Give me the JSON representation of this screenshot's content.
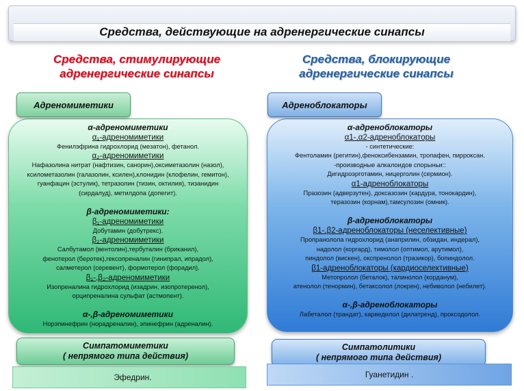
{
  "page_title": "Средства, действующие на адренергические синапсы",
  "left": {
    "title_line1": "Средства, стимулирующие",
    "title_line2": "адренергические синапсы",
    "tag": "Адреномиметики",
    "lines": [
      {
        "text": "α-адреномиметики",
        "style": "head"
      },
      {
        "text": "α₁-адреномиметики",
        "style": "sub"
      },
      {
        "text": "Фенилэфрина гидрохлорид (мезатон), фетанол.",
        "style": "normal"
      },
      {
        "text": "α₂-адреномиметики",
        "style": "sub"
      },
      {
        "text": "Нафазолина нитрат (нафтизин, санорин),оксиметазолин (назол),",
        "style": "normal"
      },
      {
        "text": "ксилометазолин (галазолин, ксилен),клонидин (клофелин, гемитон),",
        "style": "normal"
      },
      {
        "text": "гуанфацин (эстулик), тетразолин (тизин, октилия), тизанидин",
        "style": "normal"
      },
      {
        "text": "(сирдалуд), метилдопа (допегит).",
        "style": "normal"
      },
      {
        "text": "",
        "style": "gap"
      },
      {
        "text": "β-адреномиметики:",
        "style": "head"
      },
      {
        "text": "β₁-адреномиметики",
        "style": "sub"
      },
      {
        "text": "Добутамин (добутрекс).",
        "style": "normal"
      },
      {
        "text": "β₂-адреномиметики",
        "style": "sub"
      },
      {
        "text": "Салбутамол (вентолин),тербуталин (бриканил),",
        "style": "normal"
      },
      {
        "text": "фенотерол (беротек),гексопреналин (гинипрал, ипрадол),",
        "style": "normal"
      },
      {
        "text": "салметерол (серевент), формотерол (форадил).",
        "style": "normal"
      },
      {
        "text": "β₁-,β₂-адреномиметики",
        "style": "sub"
      },
      {
        "text": "Изопреналина гидрохлорид (изадрин, изопротеренол),",
        "style": "normal"
      },
      {
        "text": "орципреналина сульфат (астмопент).",
        "style": "normal"
      },
      {
        "text": "",
        "style": "gap"
      },
      {
        "text": "α-,β-адреномиметики",
        "style": "head"
      },
      {
        "text": "Норэпинефрин (норадреналин), эпинефрин (адреналин).",
        "style": "normal"
      }
    ],
    "bottom_tag_line1": "Симпатомиметики",
    "bottom_tag_line2": "( непрямого типа действия)",
    "bottom_value": "Эфедрин."
  },
  "right": {
    "title_line1": "Средства, блокирующие",
    "title_line2": "адренергические синапсы",
    "tag": "Адреноблокаторы",
    "lines": [
      {
        "text": "α-адреноблокаторы",
        "style": "head"
      },
      {
        "text": "α1-,α2-адреноблокаторы",
        "style": "sub"
      },
      {
        "text": "- синтетические:",
        "style": "normal"
      },
      {
        "text": "Фентоламин (регитин),феноксибензамин, тропафен, пирроксан.",
        "style": "normal"
      },
      {
        "text": "-производные алкалоидов спорыньи::",
        "style": "normal"
      },
      {
        "text": "Дигидроэрготамин, ницерголин (сермион).",
        "style": "normal"
      },
      {
        "text": "α1-адреноблокаторы",
        "style": "sub"
      },
      {
        "text": "Празозин (адверзутен), доксазозин  (кардура, тонокардин),",
        "style": "normal"
      },
      {
        "text": "теразозин (корнам),тамсулозин (омник).",
        "style": "normal"
      },
      {
        "text": "",
        "style": "gap"
      },
      {
        "text": "β-адреноблокаторы",
        "style": "head"
      },
      {
        "text": "β1-,β2-адреноблокаторы (неселективные)",
        "style": "sub"
      },
      {
        "text": "Пропранолола гидрохлорид (анаприлин, обзидан, индерал),",
        "style": "normal"
      },
      {
        "text": "надолол (коргард), тимолол (оптимол, арутимол),",
        "style": "normal"
      },
      {
        "text": "пиндолол (вискен), окспренолол (тразикор), бопиндолол.",
        "style": "normal"
      },
      {
        "text": "β1-адреноблокаторы (кардиоселективные)",
        "style": "sub"
      },
      {
        "text": "Метопролол (беталок), талинолол (корданум),",
        "style": "normal"
      },
      {
        "text": "атенолол (тенормин), бетаксолол (локрен), небиволол (небилет).",
        "style": "normal"
      },
      {
        "text": "",
        "style": "gap"
      },
      {
        "text": "α-,β-адреноблокаторы",
        "style": "head"
      },
      {
        "text": "Лабеталол (трандат), карведилол (дилатренд), проксодолол.",
        "style": "normal"
      }
    ],
    "bottom_tag_line1": "Симпатолитики",
    "bottom_tag_line2": "( непрямого типа действия)",
    "bottom_value": "Гуанетидин ."
  }
}
